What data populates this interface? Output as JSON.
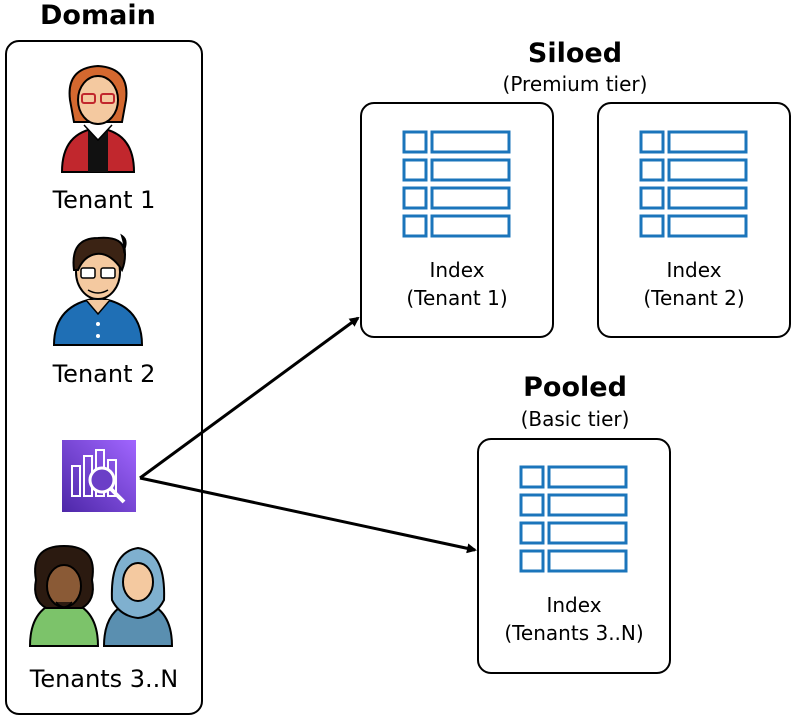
{
  "domain": {
    "title": "Domain"
  },
  "tenants": [
    {
      "label": "Tenant 1"
    },
    {
      "label": "Tenant 2"
    },
    {
      "label": "Tenants 3..N"
    }
  ],
  "siloed": {
    "title": "Siloed",
    "subtitle": "(Premium tier)"
  },
  "pooled": {
    "title": "Pooled",
    "subtitle": "(Basic tier)"
  },
  "indexes": [
    {
      "line1": "Index",
      "line2": "(Tenant 1)"
    },
    {
      "line1": "Index",
      "line2": "(Tenant 2)"
    },
    {
      "line1": "Index",
      "line2": "(Tenants 3..N)"
    }
  ],
  "colors": {
    "index_blue": "#1b75bb",
    "service_purple": "#6b3fc7",
    "tenant1_red": "#c1272d",
    "tenant2_blue": "#1f6fb5",
    "tenant3_green": "#7cc36a",
    "tenant4_blue": "#5a8fb0"
  }
}
